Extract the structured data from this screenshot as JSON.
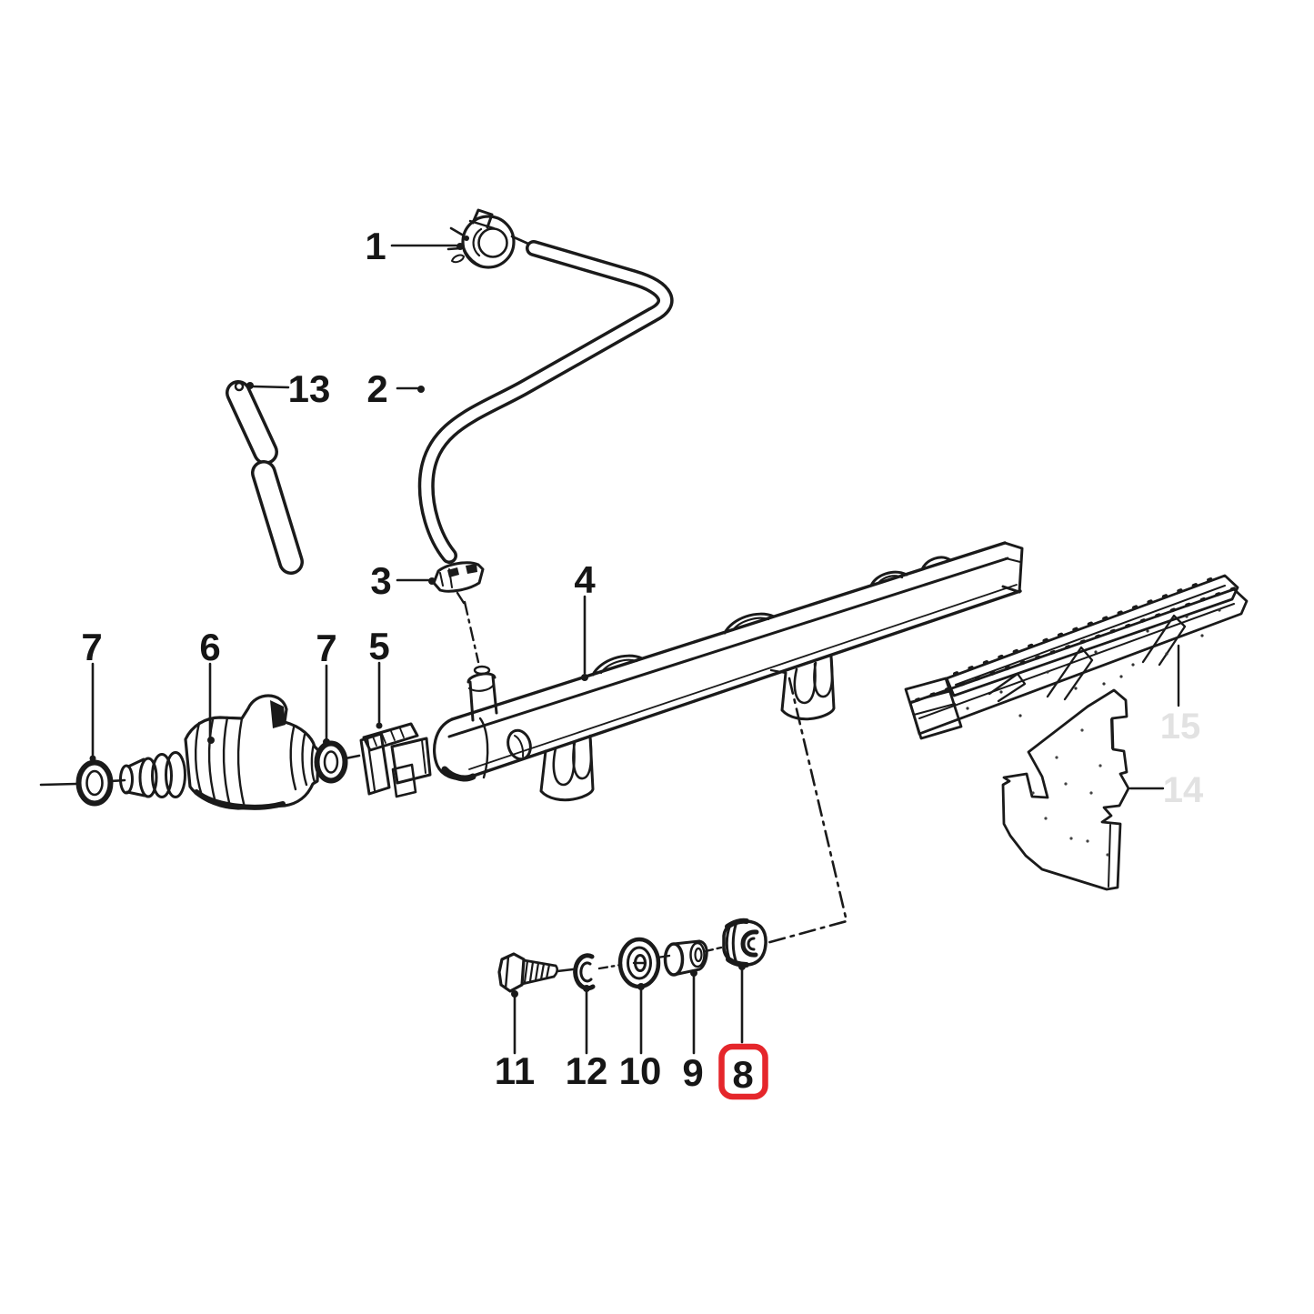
{
  "diagram": {
    "type": "exploded-parts-diagram",
    "subject": "fuel-injection-rail-assembly",
    "colors": {
      "background": "#ffffff",
      "line": "#1a1a1a",
      "muted_label": "#e2e2e2",
      "highlight": "#e5262b"
    },
    "highlight": {
      "part": "8"
    },
    "labels": [
      {
        "part": "1"
      },
      {
        "part": "2"
      },
      {
        "part": "13"
      },
      {
        "part": "3"
      },
      {
        "part": "4"
      },
      {
        "part": "7"
      },
      {
        "part": "6"
      },
      {
        "part": "7"
      },
      {
        "part": "5"
      },
      {
        "part": "15"
      },
      {
        "part": "14"
      },
      {
        "part": "11"
      },
      {
        "part": "12"
      },
      {
        "part": "10"
      },
      {
        "part": "9"
      },
      {
        "part": "8"
      }
    ]
  }
}
